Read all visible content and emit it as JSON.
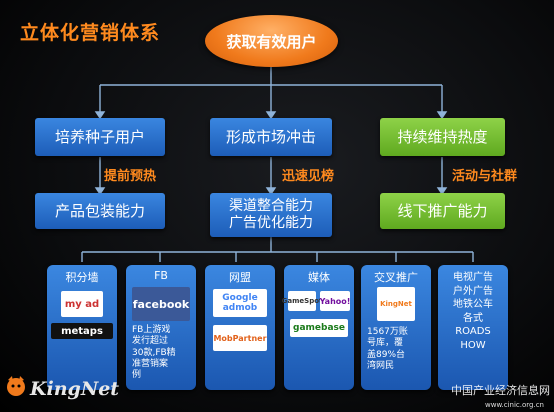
{
  "title": "立体化营销体系",
  "root": "获取有效用户",
  "pillars": [
    {
      "label": "培养种子用户",
      "tag": "提前预热",
      "sub": "产品包装能力"
    },
    {
      "label": "形成市场冲击",
      "tag": "迅速见榜",
      "sub": "渠道整合能力\n广告优化能力"
    },
    {
      "label": "持续维持热度",
      "tag": "活动与社群",
      "sub": "线下推广能力"
    }
  ],
  "channels": [
    {
      "title": "积分墙",
      "logos": [
        "my ad",
        "metaps"
      ],
      "text": ""
    },
    {
      "title": "FB",
      "logos": [
        "facebook"
      ],
      "text": "FB上游戏\n发行超过\n30款,FB精\n准营销案\n例"
    },
    {
      "title": "网盟",
      "logos": [
        "Google admob",
        "MobPartner"
      ],
      "text": ""
    },
    {
      "title": "媒体",
      "logos": [
        "GameSpot",
        "Yahoo!",
        "gamebase"
      ],
      "text": ""
    },
    {
      "title": "交叉推广",
      "logos": [
        "KingNet"
      ],
      "text": "1567万账\n号库，覆\n盖89%台\n湾网民"
    },
    {
      "title": "",
      "logos": [],
      "text": "电视广告\n户外广告\n地铁公车\n各式\nROADS\nHOW"
    }
  ],
  "brand": "KingNet",
  "watermark": "中国产业经济信息网",
  "watermark_url": "www.cinic.org.cn",
  "colors": {
    "orange": "#ff8a1e",
    "blue": "#2a72cf",
    "green": "#76be33"
  }
}
